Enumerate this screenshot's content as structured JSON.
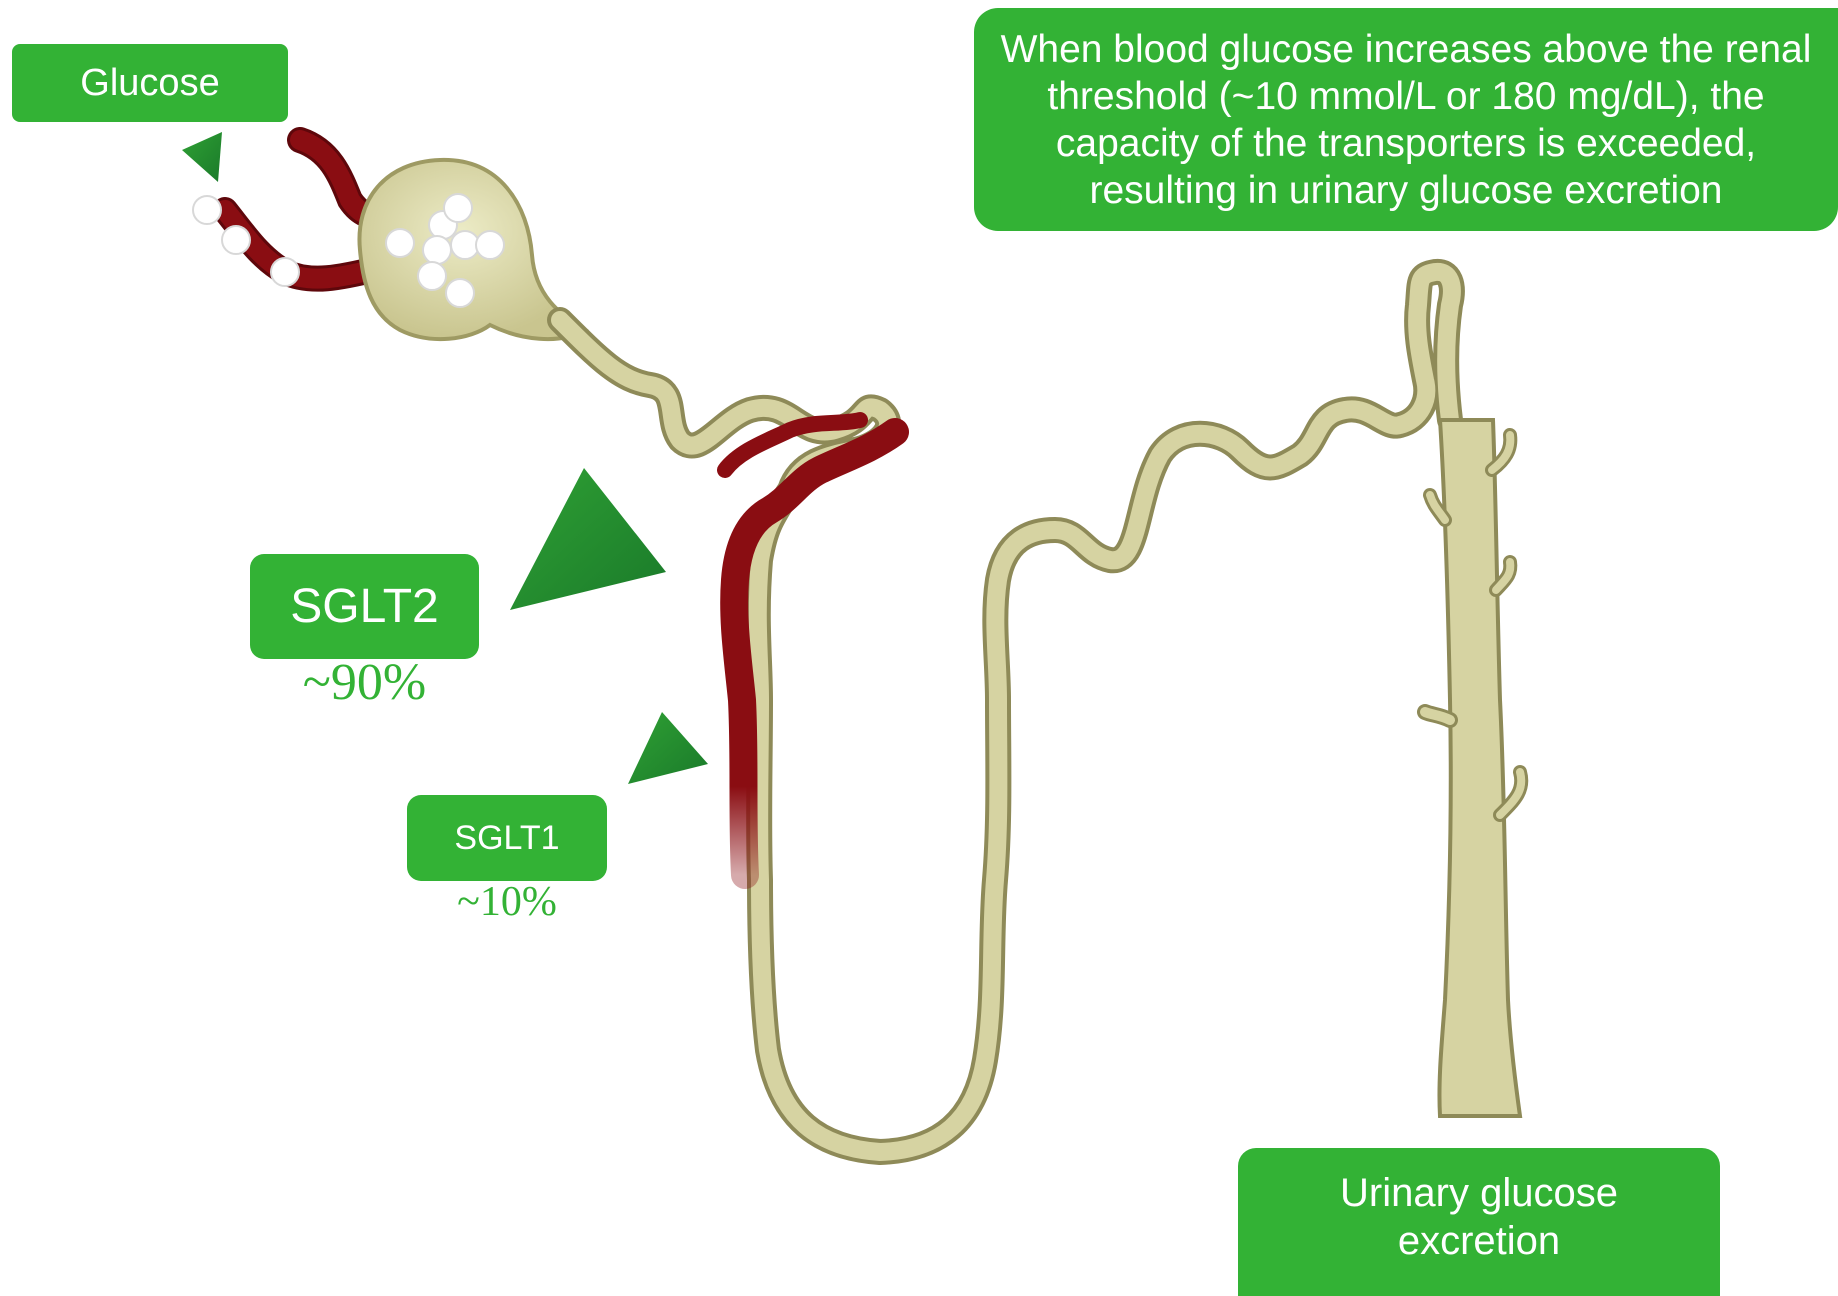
{
  "labels": {
    "glucose": "Glucose",
    "sglt2": "SGLT2",
    "sglt2_pct": "~90%",
    "sglt1": "SGLT1",
    "sglt1_pct": "~10%",
    "threshold_note": "When blood glucose increases above the renal threshold (~10 mmol/L or 180 mg/dL), the capacity of the transporters is exceeded, resulting in urinary glucose excretion",
    "urinary": "Urinary glucose excretion"
  },
  "colors": {
    "label_fill": "#33b235",
    "label_text": "#ffffff",
    "percent_text": "#33b235",
    "arrow_dark": "#1a7a2a",
    "arrow_light": "#2fa034",
    "tubule_fill": "#d6d3a2",
    "tubule_outline": "#8e8a58",
    "vessel": "#8a0d12",
    "glucose_particle": "#ffffff"
  },
  "icons": {
    "pointer": "triangle-arrow-icon",
    "particle": "glucose-molecule-icon"
  }
}
